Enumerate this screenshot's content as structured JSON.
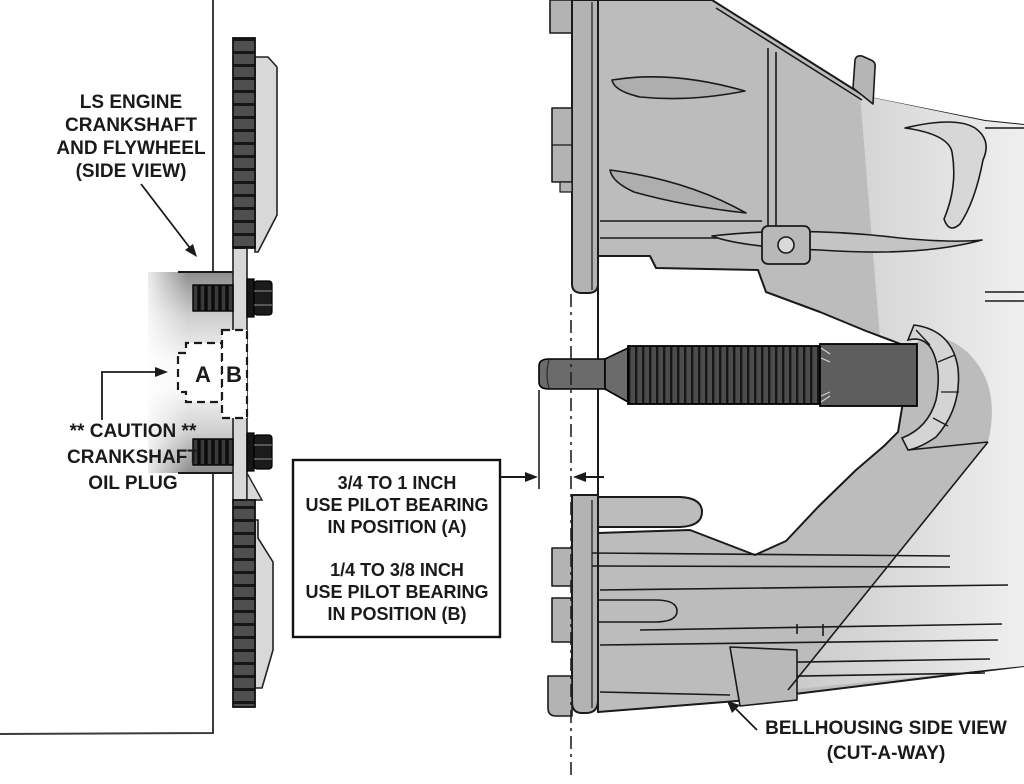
{
  "labels": {
    "flywheel_view": {
      "lines": [
        "LS ENGINE",
        "CRANKSHAFT",
        "AND FLYWHEEL",
        "(SIDE VIEW)"
      ]
    },
    "caution": {
      "lines": [
        "** CAUTION **",
        "CRANKSHAFT",
        "OIL PLUG"
      ]
    },
    "pilot_note": {
      "lines": [
        "3/4 TO 1 INCH",
        "USE PILOT BEARING",
        "IN POSITION (A)",
        "1/4 TO 3/8 INCH",
        "USE PILOT BEARING",
        "IN POSITION (B)"
      ]
    },
    "bellhousing_view": {
      "lines": [
        "BELLHOUSING SIDE VIEW",
        "(CUT-A-WAY)"
      ]
    },
    "position_a": "A",
    "position_b": "B"
  },
  "colors": {
    "background": "#ffffff",
    "outline": "#1a1a1a",
    "body_gray": "#bcbcbc",
    "interior_light": "#e4e4e4",
    "plate_gray": "#d8d8d8",
    "gear_dark": "#4f4f4f",
    "shaft_gray": "#5e5e5e",
    "bolt_dark": "#161616"
  }
}
